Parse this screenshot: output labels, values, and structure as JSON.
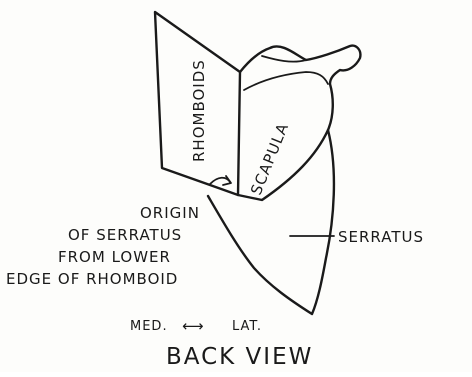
{
  "labels": {
    "rhomboids": "RHOMBOIDS",
    "scapula": "SCAPULA",
    "origin_line1": "ORIGIN",
    "origin_line2": "OF SERRATUS",
    "origin_line3": "FROM LOWER",
    "origin_line4": "EDGE OF RHOMBOID",
    "serratus": "SERRATUS",
    "direction_med": "MED.",
    "direction_arrow": "⟷",
    "direction_lat": "LAT.",
    "view_title": "BACK VIEW"
  },
  "colors": {
    "ink": "#1a1a1a",
    "paper": "#fdfdfb"
  }
}
